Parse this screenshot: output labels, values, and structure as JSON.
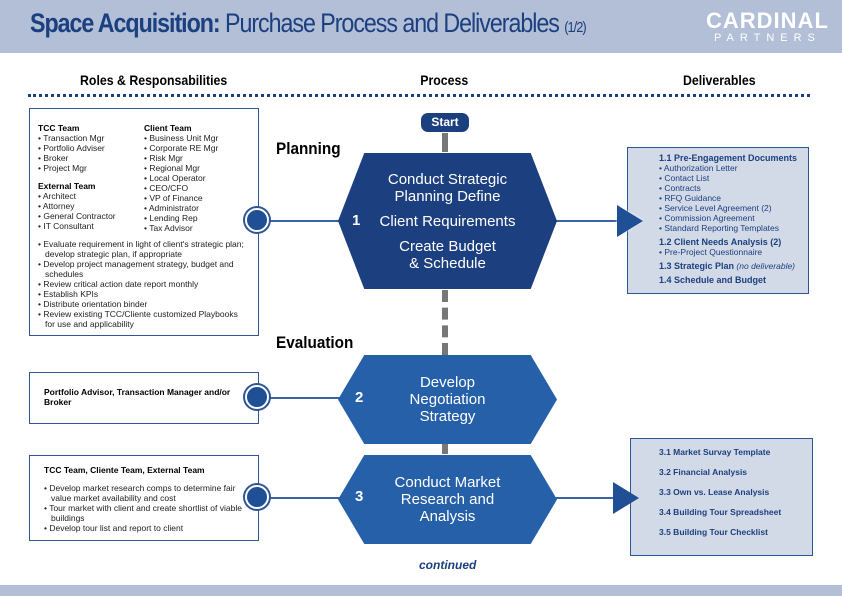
{
  "header": {
    "title_bold": "Space Acquisition:",
    "title_rest": "Purchase Process and Deliverables",
    "title_page": "(1/2)",
    "logo_line1": "CARDINAL",
    "logo_line2": "PARTNERS"
  },
  "columns": {
    "roles": "Roles & Responsabilities",
    "process": "Process",
    "deliverables": "Deliverables"
  },
  "start": "Start",
  "phases": {
    "planning": "Planning",
    "evaluation": "Evaluation"
  },
  "steps": [
    {
      "number": "1",
      "lines": [
        "Conduct Strategic Planning Define",
        "Client Requirements",
        "Create Budget & Schedule"
      ]
    },
    {
      "number": "2",
      "lines": [
        "Develop Negotiation Strategy"
      ]
    },
    {
      "number": "3",
      "lines": [
        "Conduct Market Research and Analysis"
      ]
    }
  ],
  "continued": "continued",
  "roles": {
    "box1": {
      "tcc_title": "TCC Team",
      "tcc": [
        "Transaction Mgr",
        "Portfolio Adviser",
        "Broker",
        "Project Mgr"
      ],
      "external_title": "External Team",
      "external": [
        "Architect",
        "Attorney",
        "General Contractor",
        "IT Consultant"
      ],
      "client_title": "Client Team",
      "client": [
        "Business Unit Mgr",
        "Corporate RE Mgr",
        "Risk Mgr",
        "Regional Mgr",
        "Local Operator",
        "CEO/CFO",
        "VP of Finance",
        "Administrator",
        "Lending Rep",
        "Tax Advisor"
      ],
      "tasks": [
        "Evaluate requirement in light of client's strategic plan; develop strategic plan, if appropriate",
        "Develop project management strategy, budget and schedules",
        "Review critical action date report monthly",
        "Establish KPIs",
        "Distribute orientation binder",
        "Review existing TCC/Cliente customized Playbooks for use and applicability"
      ]
    },
    "box2": {
      "title": "Portfolio Advisor, Transaction Manager and/or Broker"
    },
    "box3": {
      "title": "TCC Team, Cliente Team, External Team",
      "tasks": [
        "Develop market research comps to determine fair value market availability and cost",
        "Tour market with client and create shortlist of viable buildings",
        "Develop tour list and report to client"
      ]
    }
  },
  "deliverables": {
    "box1": {
      "s11": "1.1 Pre-Engagement Documents",
      "s11_items": [
        "Authorization Letter",
        "Contact List",
        "Contracts",
        "RFQ Guidance",
        "Service Level Agreement (2)",
        "Commission Agreement",
        "Standard Reporting Templates"
      ],
      "s12": "1.2 Client Needs Analysis (2)",
      "s12_items": [
        "Pre-Project Questionnaire"
      ],
      "s13": "1.3 Strategic Plan",
      "s13_note": "(no deliverable)",
      "s14": "1.4 Schedule and Budget"
    },
    "box3": [
      "3.1 Market Survay Template",
      "3.2 Financial Analysis",
      "3.3 Own vs. Lease Analysis",
      "3.4 Building Tour Spreadsheet",
      "3.5 Building Tour Checklist"
    ]
  },
  "colors": {
    "header": "#b2bfd6",
    "navy": "#1c3f7f",
    "step1": "#1c3f7f",
    "step2": "#2560a8",
    "deliverable_bg": "#d2dae8"
  }
}
